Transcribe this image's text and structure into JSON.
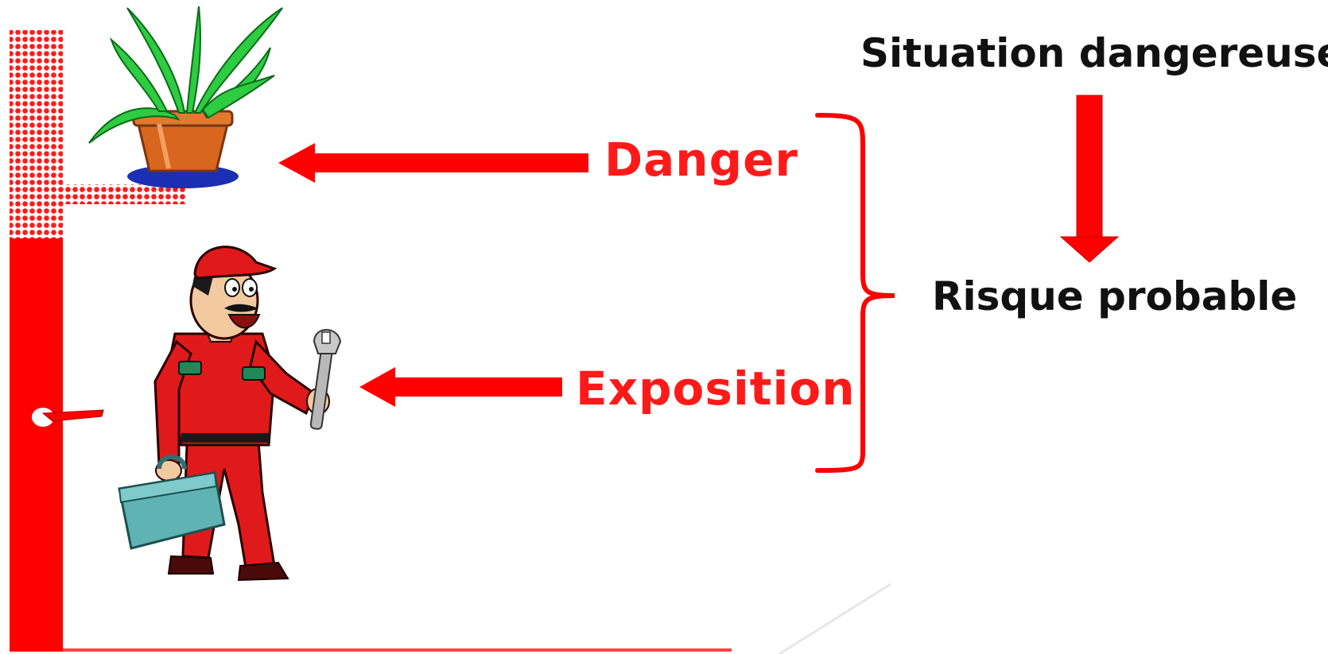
{
  "labels": {
    "danger": "Danger",
    "exposition": "Exposition",
    "situation": "Situation dangereuse",
    "risque": "Risque probable"
  },
  "colors": {
    "accent_red": "#ff1a1a",
    "text_black": "#111111",
    "pot_orange": "#d9661f",
    "plate_blue": "#1a2fb3",
    "leaf_green": "#2ecc40",
    "toolbox_teal": "#5fb3b3"
  },
  "icons": {
    "plant": "potted-plant-icon",
    "worker": "mechanic-worker-icon",
    "toolbox": "toolbox-icon",
    "wrench": "wrench-icon"
  }
}
